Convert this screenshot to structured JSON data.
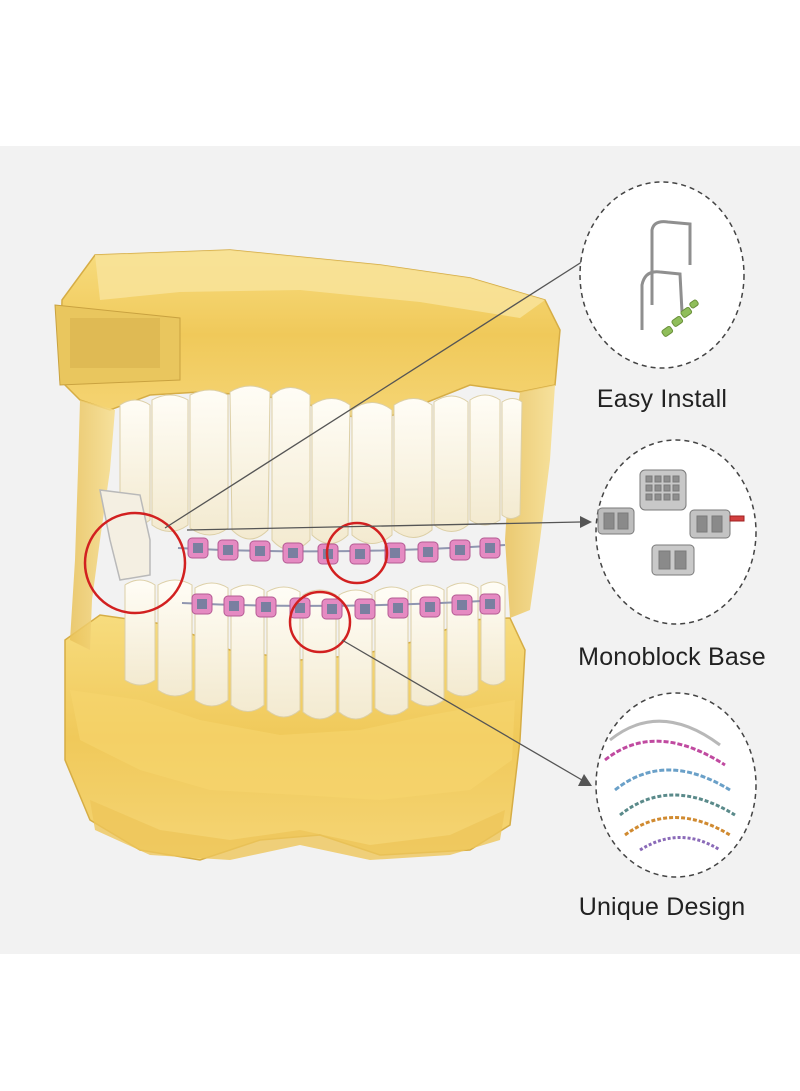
{
  "features": [
    {
      "label": "Easy Install",
      "icon": "archwire-icon"
    },
    {
      "label": "Monoblock Base",
      "icon": "bracket-icon"
    },
    {
      "label": "Unique Design",
      "icon": "colored-archwires-icon"
    }
  ],
  "colors": {
    "background_band": "#f2f2f2",
    "base_yellow": "#f2cf63",
    "tooth": "#fdf8ec",
    "ligature_pink": "#e58ac2",
    "bracket_metal": "#7a7fa0",
    "callout_red": "#d22020",
    "leader_line": "#555555"
  }
}
